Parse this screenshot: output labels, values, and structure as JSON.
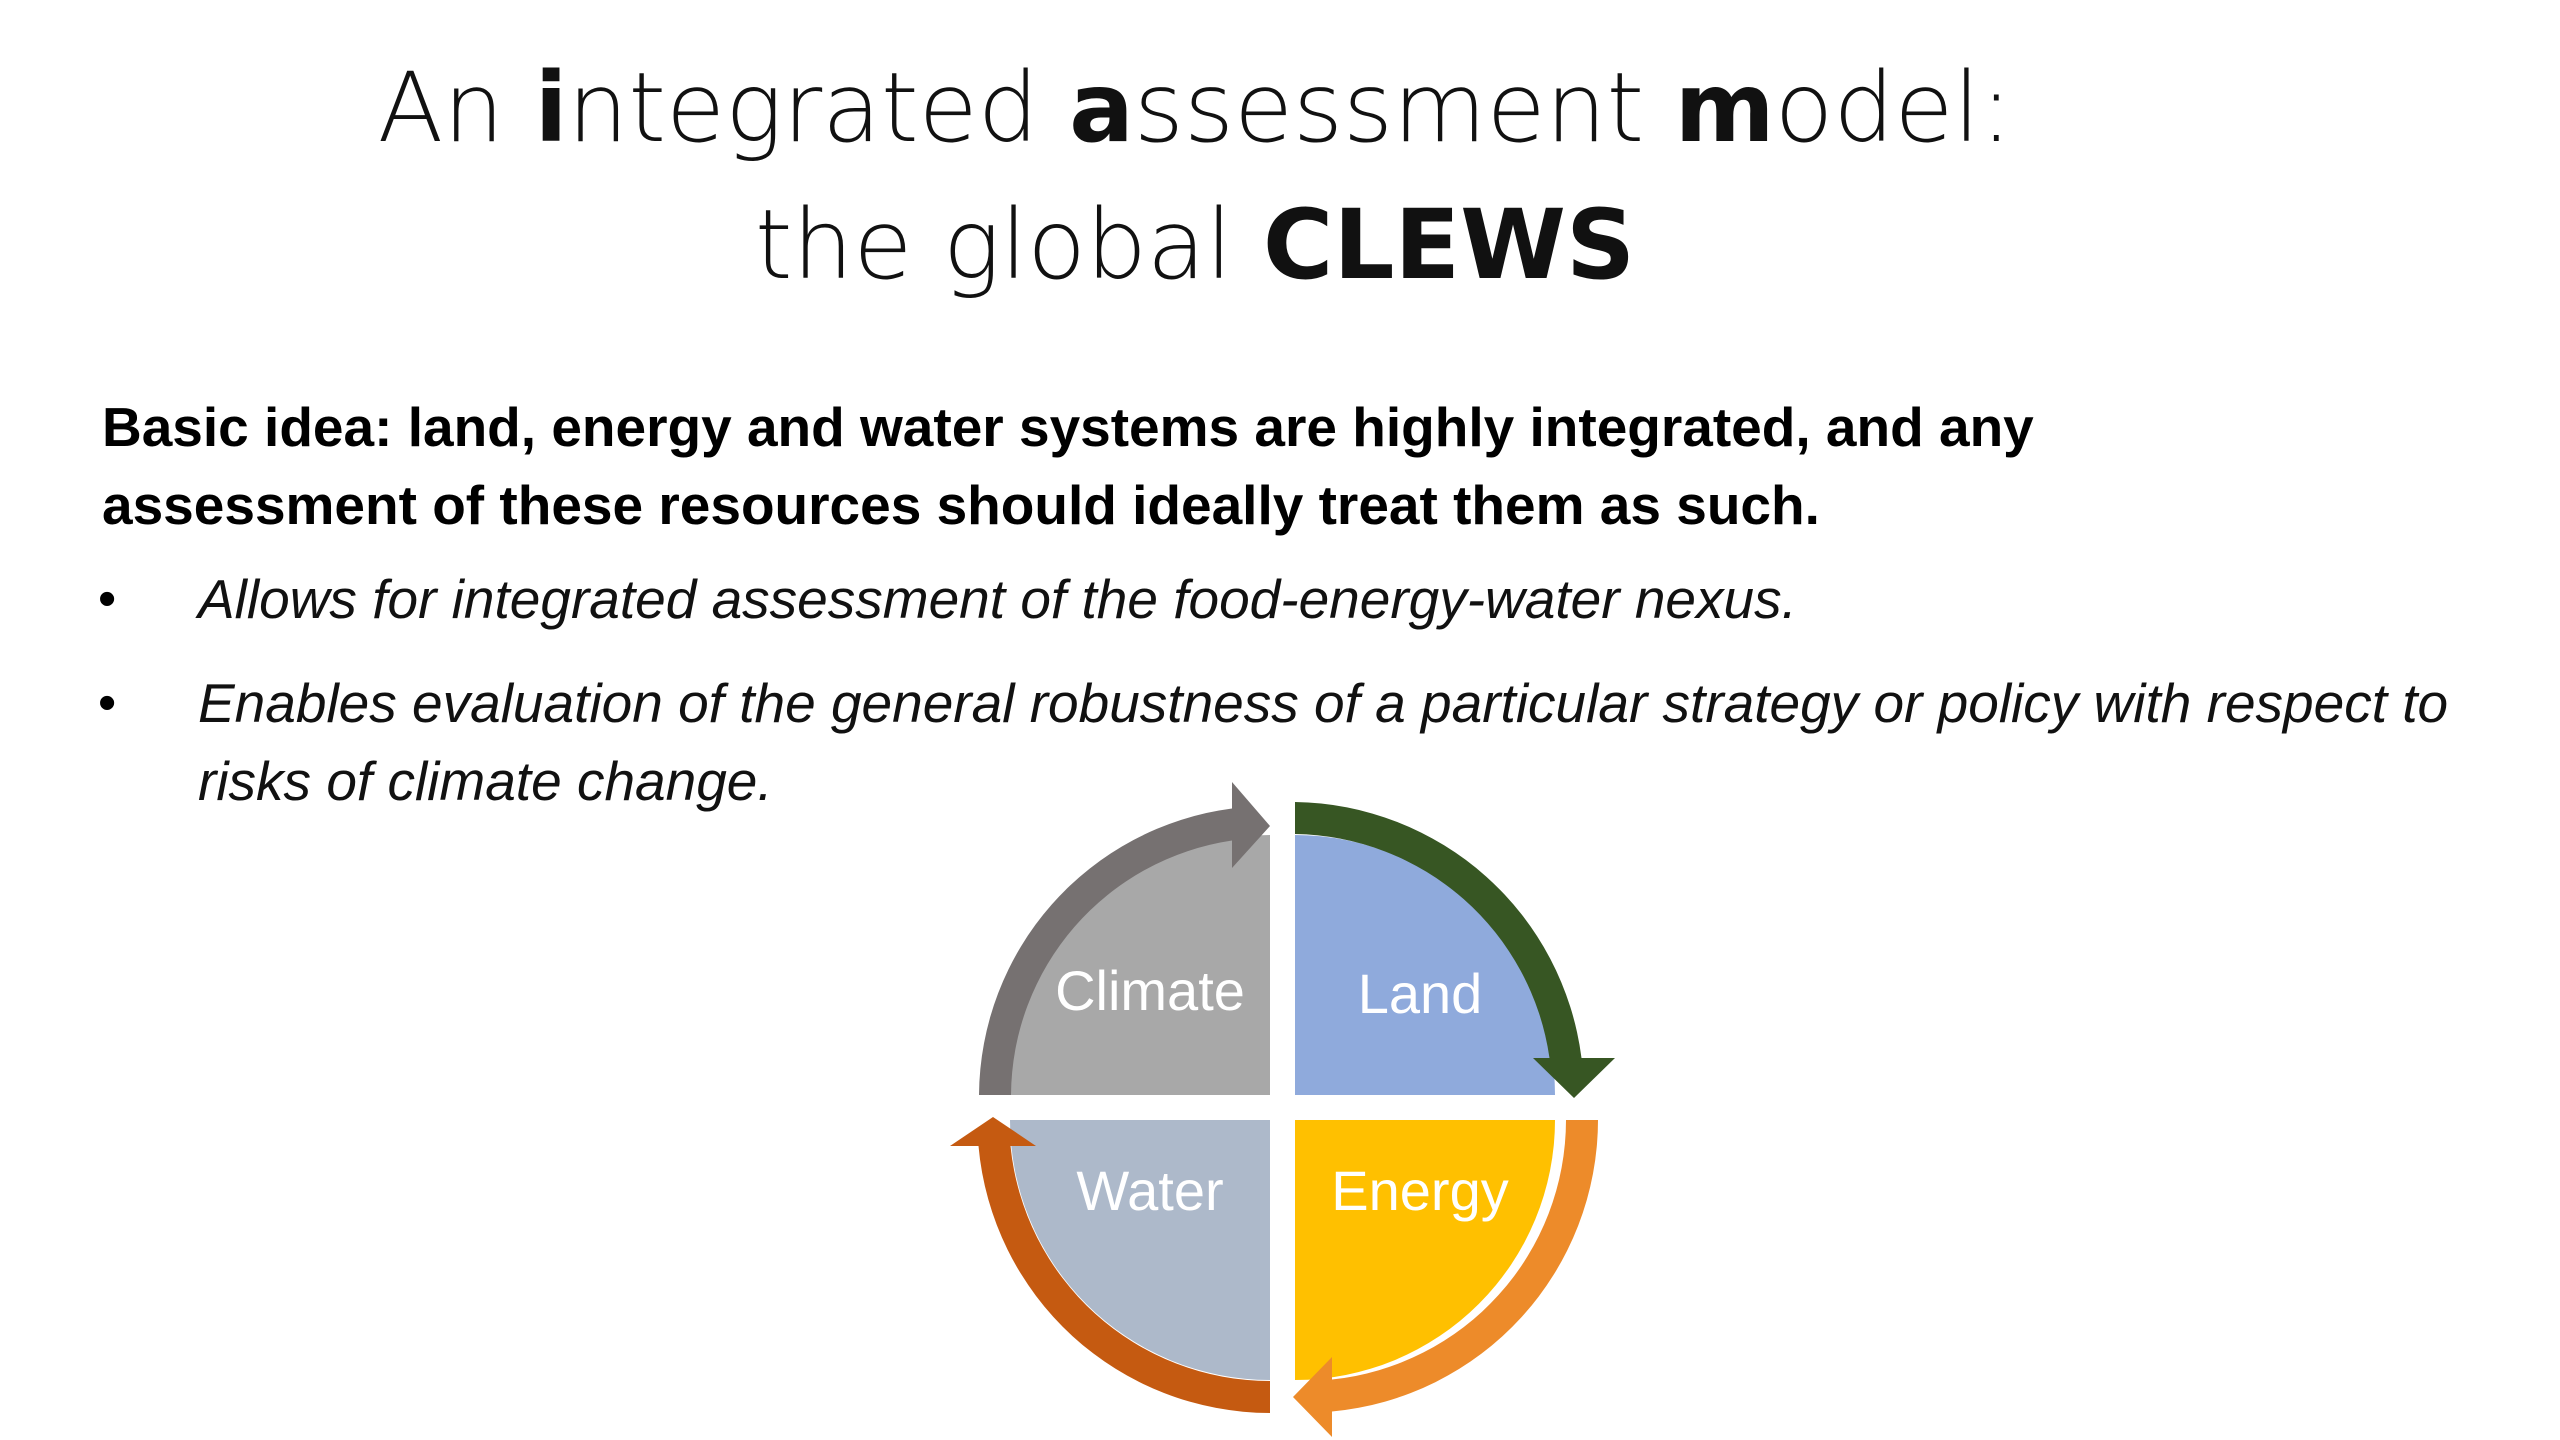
{
  "title": {
    "line1": [
      {
        "text": "An ",
        "bold": false
      },
      {
        "text": "i",
        "bold": true
      },
      {
        "text": "ntegrated ",
        "bold": false
      },
      {
        "text": "a",
        "bold": true
      },
      {
        "text": "ssessment ",
        "bold": false
      },
      {
        "text": "m",
        "bold": true
      },
      {
        "text": "odel:",
        "bold": false
      }
    ],
    "line2_prefix": "the global ",
    "line2_emphasis": "CLEWS"
  },
  "intro": "Basic idea: land, energy and water systems are highly integrated, and any assessment of these resources should ideally treat them as such.",
  "bullets": [
    "Allows for integrated assessment of the food-energy-water nexus.",
    "Enables evaluation of the general robustness of a particular strategy or policy with respect to risks of climate change."
  ],
  "bullet_glyph": "•",
  "cycle": {
    "quadrants": [
      {
        "label": "Climate",
        "fill": "#a8a8a8",
        "arrow": "#767171"
      },
      {
        "label": "Land",
        "fill": "#8faadc",
        "arrow": "#375623"
      },
      {
        "label": "Energy",
        "fill": "#ffc000",
        "arrow": "#ed8b2a"
      },
      {
        "label": "Water",
        "fill": "#adb9ca",
        "arrow": "#c55a11"
      }
    ]
  }
}
